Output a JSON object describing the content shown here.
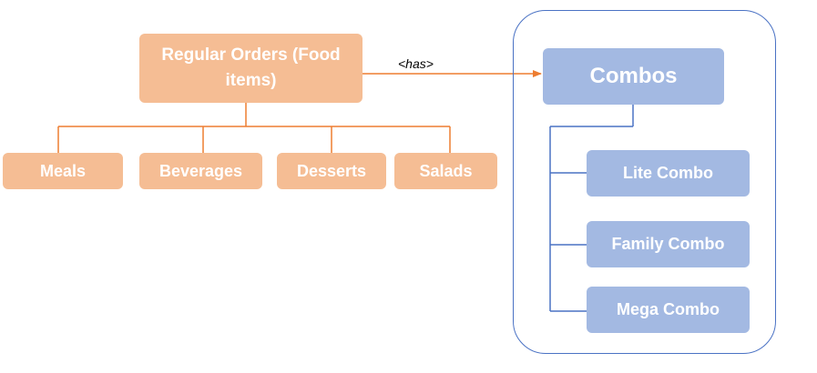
{
  "diagram": {
    "root": {
      "label": "Regular Orders (Food items)"
    },
    "categories": [
      {
        "label": "Meals"
      },
      {
        "label": "Beverages"
      },
      {
        "label": "Desserts"
      },
      {
        "label": "Salads"
      }
    ],
    "relation": {
      "label": "<has>"
    },
    "combos": {
      "label": "Combos",
      "items": [
        {
          "label": "Lite Combo"
        },
        {
          "label": "Family Combo"
        },
        {
          "label": "Mega Combo"
        }
      ]
    }
  },
  "colors": {
    "orange_box": "#f5bd94",
    "orange_line": "#ed7d31",
    "blue_box": "#a3b9e2",
    "blue_line": "#4a72c4"
  }
}
